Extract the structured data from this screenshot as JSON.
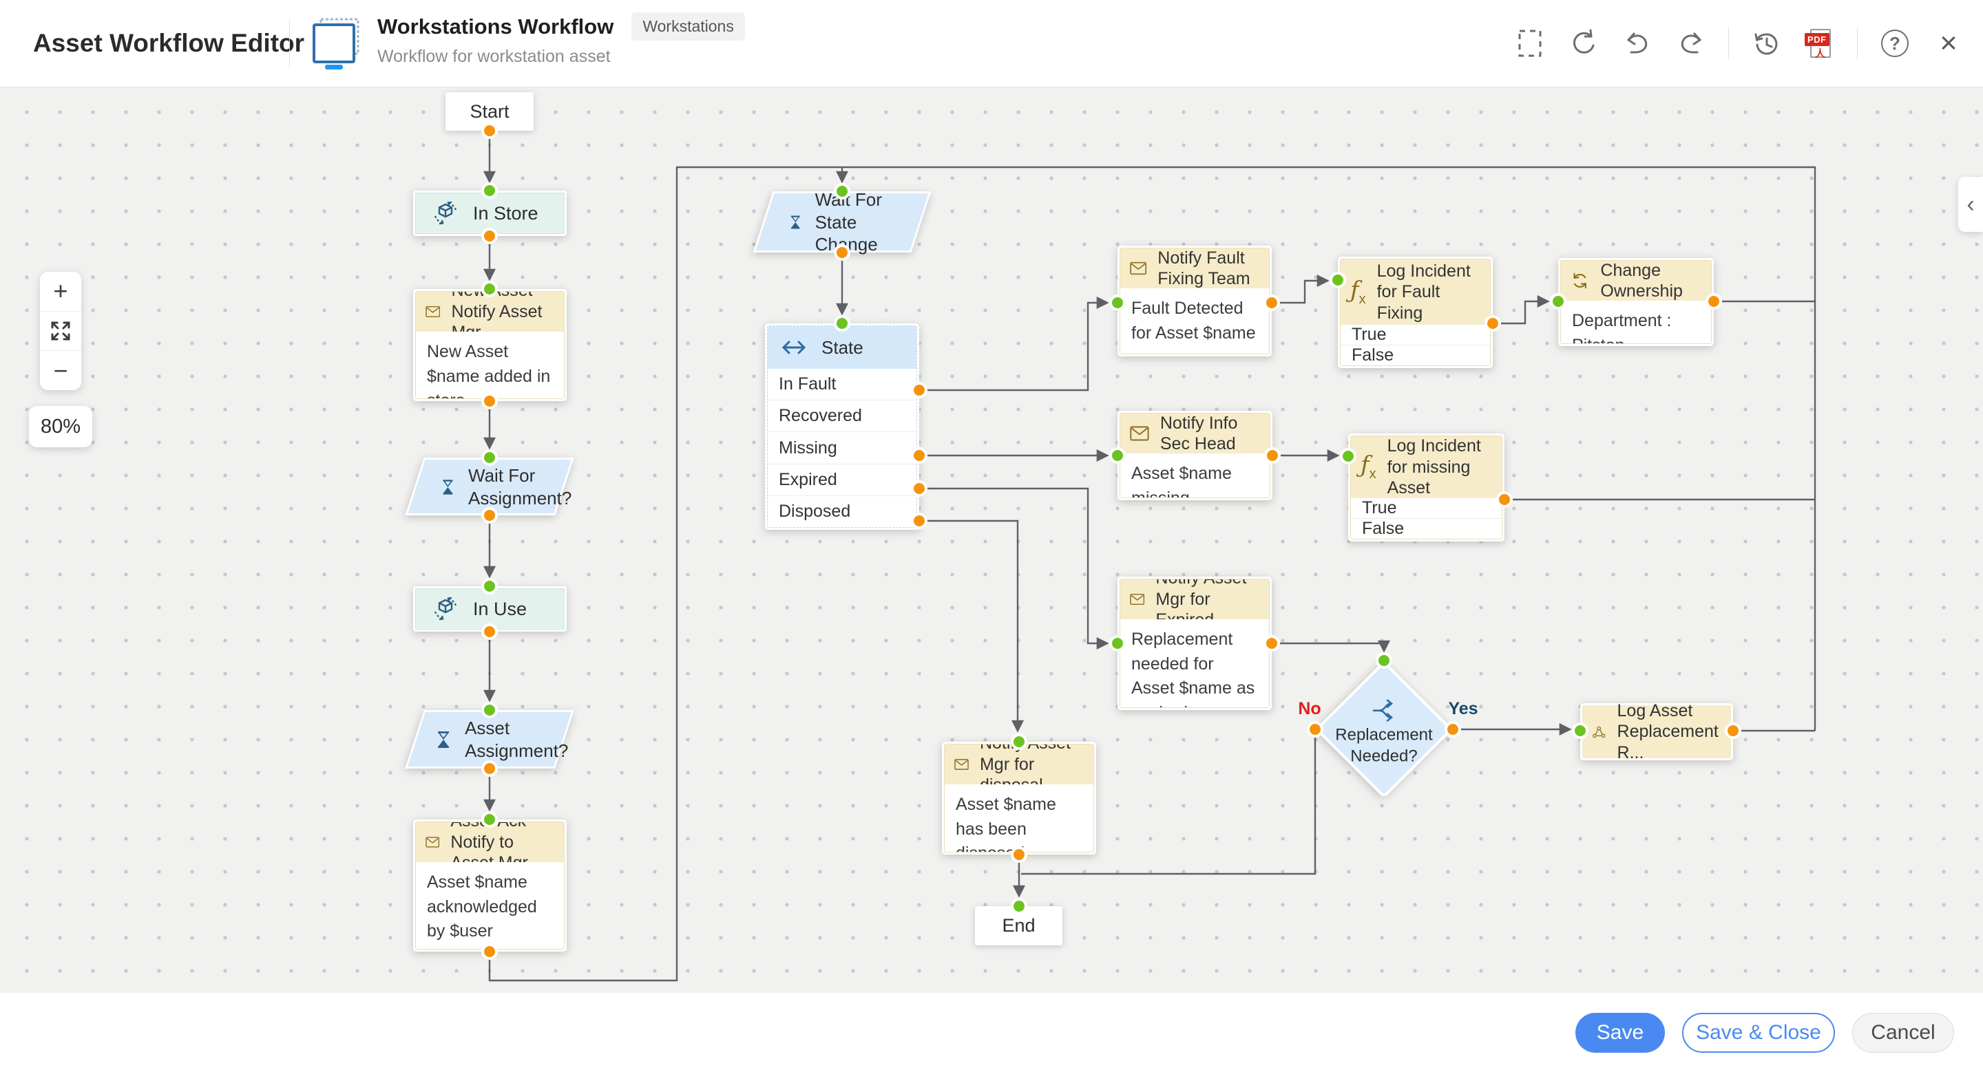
{
  "header": {
    "app_title": "Asset Workflow Editor",
    "workflow_name": "Workstations Workflow",
    "workflow_badge": "Workstations",
    "workflow_subtitle": "Workflow for workstation asset"
  },
  "toolbar": {
    "icons": [
      "marquee-select",
      "rotate",
      "undo",
      "redo",
      "history",
      "export-pdf",
      "help",
      "close"
    ],
    "pdf_label": "PDF"
  },
  "glyphs": {
    "plus": "+",
    "minus": "−",
    "question": "?",
    "close": "×",
    "chevron_left": "‹",
    "fx_f": "ƒ",
    "fx_x": "x",
    "pdf_a": "人"
  },
  "zoom_controls": {
    "level": "80%"
  },
  "canvas": {
    "nodes": {
      "start": {
        "label": "Start"
      },
      "in_store": {
        "label": "In Store"
      },
      "new_asset_notify": {
        "title": "New Asset Notify Asset Mgr",
        "body": "New  Asset $name added in store"
      },
      "wait_for_assignment": {
        "label": "Wait For Assignment?"
      },
      "in_use": {
        "label": "In Use"
      },
      "asset_assignment": {
        "label": "Asset Assignment?"
      },
      "asset_ack_notify": {
        "title": "Asset Ack Notify to Asset Mgr",
        "body": "Asset $name acknowledged by $user"
      },
      "wait_for_state_change": {
        "label": "Wait For State Change"
      },
      "state": {
        "title": "State",
        "options": [
          "In Fault",
          "Recovered",
          "Missing",
          "Expired",
          "Disposed"
        ]
      },
      "notify_fault_fixing": {
        "title": "Notify Fault Fixing Team",
        "body": "Fault Detected for Asset $name"
      },
      "log_incident_fault": {
        "title": "Log Incident for Fault Fixing",
        "options": [
          "True",
          "False"
        ]
      },
      "change_ownership": {
        "title": "Change Ownership",
        "body": "Department : Pitstop..."
      },
      "notify_infosec": {
        "title": "Notify Info Sec Head",
        "body": "Asset $name  missing"
      },
      "log_incident_missing": {
        "title": "Log Incident for missing Asset",
        "options": [
          "True",
          "False"
        ]
      },
      "notify_expired": {
        "title": "Notify Asset Mgr for Expired",
        "body": "Replacement needed for Asset $name as expired"
      },
      "replacement_needed": {
        "label": "Replacement Needed?",
        "branch_no": "No",
        "branch_yes": "Yes"
      },
      "log_asset_replacement": {
        "title": "Log Asset Replacement R..."
      },
      "notify_disposal": {
        "title": "Notify Asset Mgr for disposal",
        "body": "Asset $name has been disposed successfully"
      },
      "end": {
        "label": "End"
      }
    }
  },
  "footer": {
    "save": "Save",
    "save_and_close": "Save & Close",
    "cancel": "Cancel"
  },
  "colors": {
    "accent_blue": "#4a89f2",
    "dot_orange": "#f6930c",
    "dot_green": "#6cc320",
    "branch_no_red": "#e0201a",
    "branch_yes_blue": "#17496e"
  }
}
